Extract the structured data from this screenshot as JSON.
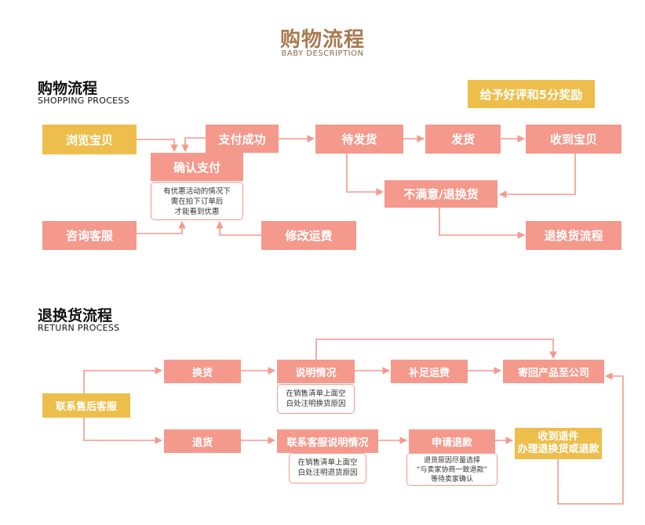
{
  "header": {
    "title": "购物流程",
    "subtitle": "BABY DESCRIPTION"
  },
  "shopping": {
    "title": "购物流程",
    "subtitle": "SHOPPING PROCESS",
    "reward": "给予好评和5分奖励",
    "browse": "浏览宝贝",
    "pay_success": "支付成功",
    "confirm_pay": "确认支付",
    "discount_note": [
      "有优惠活动的情况下",
      "需在拍下订单后",
      "才能看到优惠"
    ],
    "consult": "咨询客服",
    "modify_shipping": "修改运费",
    "await_ship": "待发货",
    "ship": "发货",
    "receive": "收到宝贝",
    "unsatisfied": "不满意/退换货",
    "return_flow": "退换货流程"
  },
  "returns": {
    "title": "退换货流程",
    "subtitle": "RETURN PROCESS",
    "contact_service": "联系售后客服",
    "exchange": "换货",
    "explain": "说明情况",
    "exchange_note": [
      "在销售清单上面空",
      "白处注明换货原因"
    ],
    "add_shipping": "补足运费",
    "send_back": "寄回产品至公司",
    "refund": "退货",
    "contact_explain": "联系客服说明情况",
    "refund_note": [
      "在销售清单上面空",
      "白处注明退货原因"
    ],
    "apply_refund": "申请退款",
    "apply_note": [
      "退货原因尽量选择",
      "“与卖家协商一致退款”",
      "等待卖家确认"
    ],
    "receive_return": [
      "收到退件",
      "办理退换货或退款"
    ]
  },
  "colors": {
    "pink": "#f4998c",
    "yellow": "#edbe4b",
    "header_brown": "#a87a50"
  }
}
